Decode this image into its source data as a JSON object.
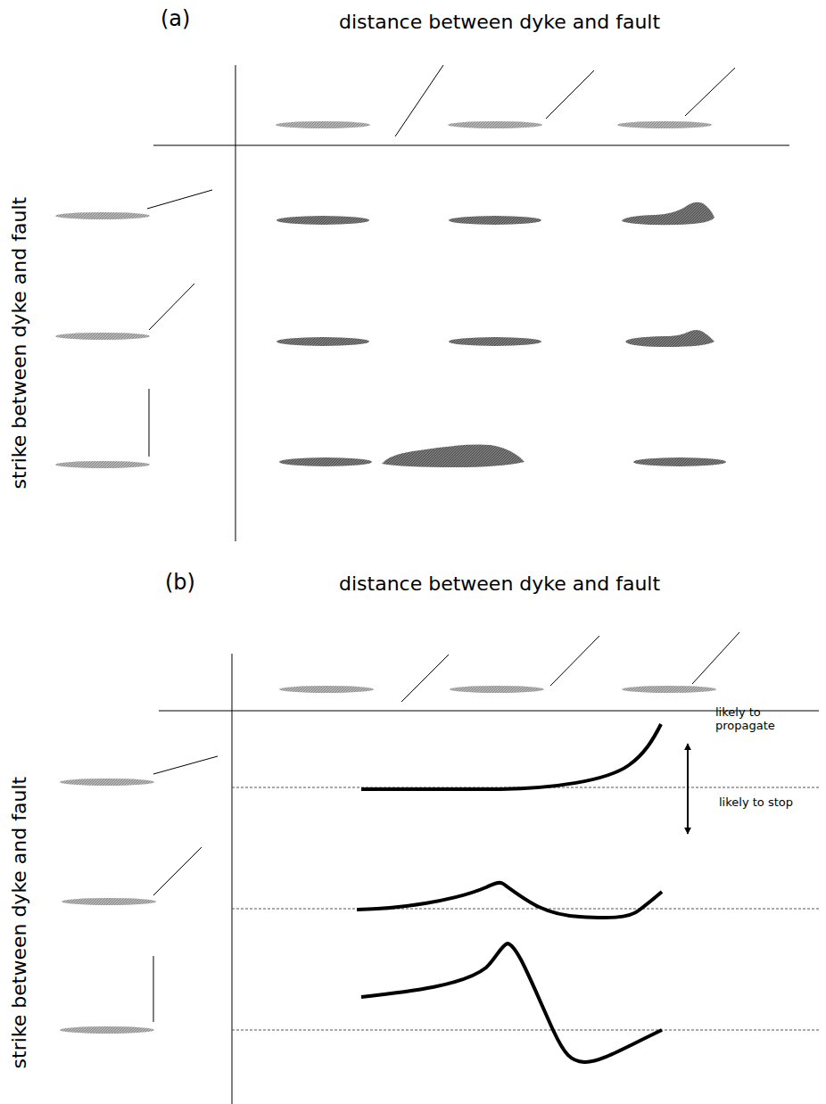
{
  "diagram": {
    "labels": [
      "(a)",
      "distance between dyke and fault",
      "strike between dyke and fault",
      "(b)",
      "distance between dyke and fault",
      "strike between dyke and fault",
      "likely to propagate",
      "likely to stop"
    ]
  }
}
